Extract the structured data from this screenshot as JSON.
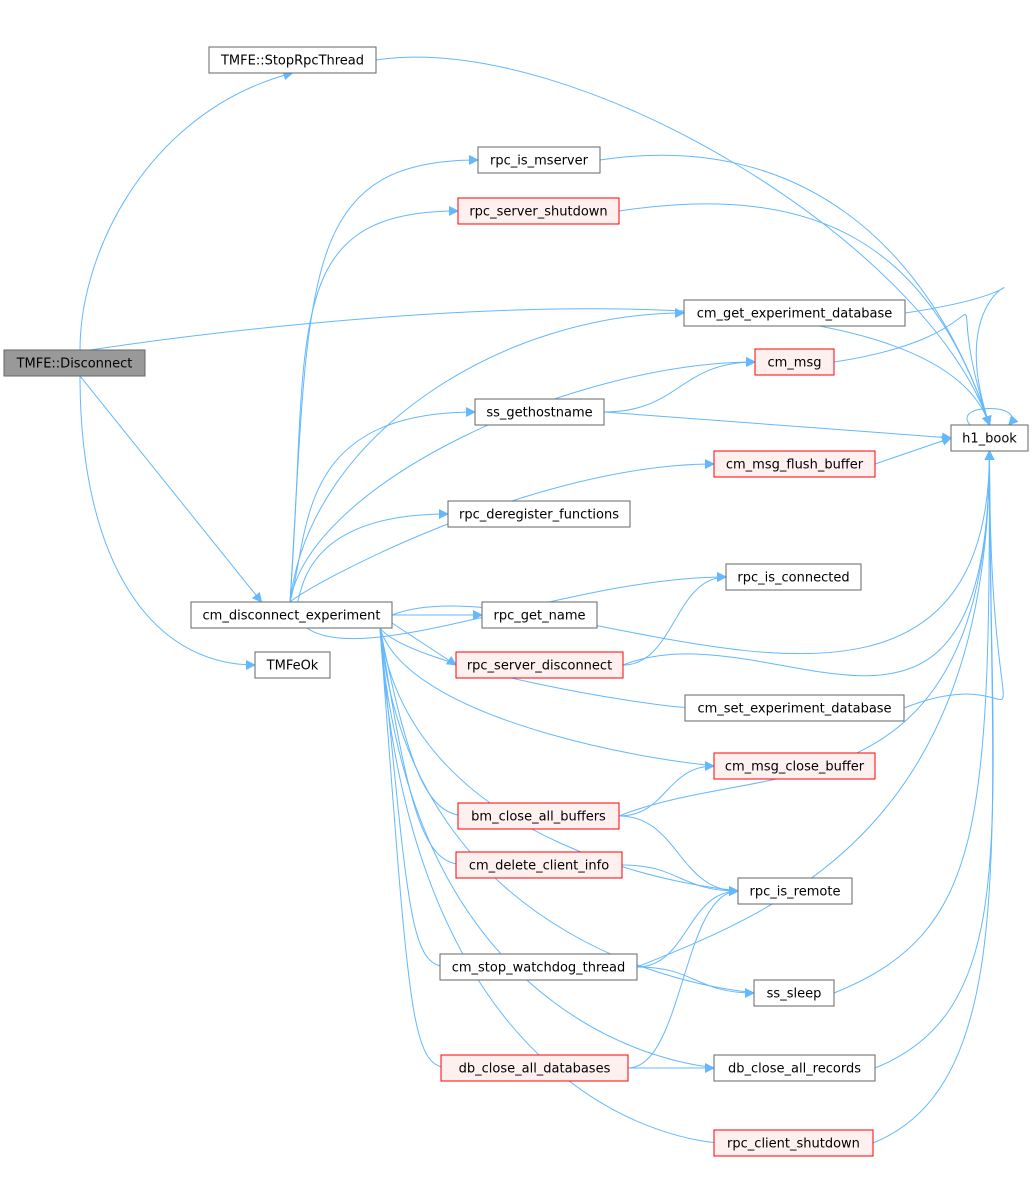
{
  "colors": {
    "edge": "#63b8ff",
    "node_fill": "#ffffff",
    "node_border": "#666666",
    "focus_fill": "#999999",
    "warn_fill": "#fff0f0",
    "warn_border": "#ff0000"
  },
  "nodes": [
    {
      "id": "disconnect",
      "label": "TMFE::Disconnect",
      "style": "focus"
    },
    {
      "id": "stoprpc",
      "label": "TMFE::StopRpcThread",
      "style": "normal"
    },
    {
      "id": "cmdisc",
      "label": "cm_disconnect_experiment",
      "style": "normal"
    },
    {
      "id": "tmfeok",
      "label": "TMFeOk",
      "style": "normal"
    },
    {
      "id": "h1book",
      "label": "h1_book",
      "style": "normal"
    },
    {
      "id": "rpcismserver",
      "label": "rpc_is_mserver",
      "style": "normal"
    },
    {
      "id": "rpcservershutdown",
      "label": "rpc_server_shutdown",
      "style": "warn"
    },
    {
      "id": "cmgetexpdb",
      "label": "cm_get_experiment_database",
      "style": "normal"
    },
    {
      "id": "cmmsg",
      "label": "cm_msg",
      "style": "warn"
    },
    {
      "id": "ssgethostname",
      "label": "ss_gethostname",
      "style": "normal"
    },
    {
      "id": "cmmsgflush",
      "label": "cm_msg_flush_buffer",
      "style": "warn"
    },
    {
      "id": "rpcdereg",
      "label": "rpc_deregister_functions",
      "style": "normal"
    },
    {
      "id": "rpcisconnected",
      "label": "rpc_is_connected",
      "style": "normal"
    },
    {
      "id": "rpcgetname",
      "label": "rpc_get_name",
      "style": "normal"
    },
    {
      "id": "rpcserverdisc",
      "label": "rpc_server_disconnect",
      "style": "warn"
    },
    {
      "id": "cmsetexpdb",
      "label": "cm_set_experiment_database",
      "style": "normal"
    },
    {
      "id": "cmmsgclose",
      "label": "cm_msg_close_buffer",
      "style": "warn"
    },
    {
      "id": "bmcloseall",
      "label": "bm_close_all_buffers",
      "style": "warn"
    },
    {
      "id": "cmdelclient",
      "label": "cm_delete_client_info",
      "style": "warn"
    },
    {
      "id": "rpcisremote",
      "label": "rpc_is_remote",
      "style": "normal"
    },
    {
      "id": "cmstopwd",
      "label": "cm_stop_watchdog_thread",
      "style": "normal"
    },
    {
      "id": "sssleep",
      "label": "ss_sleep",
      "style": "normal"
    },
    {
      "id": "dbcloseall",
      "label": "db_close_all_databases",
      "style": "warn"
    },
    {
      "id": "dbcloserecords",
      "label": "db_close_all_records",
      "style": "normal"
    },
    {
      "id": "rpcclientshutdown",
      "label": "rpc_client_shutdown",
      "style": "warn"
    }
  ],
  "edges": [
    {
      "from": "disconnect",
      "to": "stoprpc"
    },
    {
      "from": "disconnect",
      "to": "h1book"
    },
    {
      "from": "disconnect",
      "to": "cmdisc"
    },
    {
      "from": "disconnect",
      "to": "tmfeok"
    },
    {
      "from": "stoprpc",
      "to": "h1book"
    },
    {
      "from": "cmdisc",
      "to": "rpcismserver"
    },
    {
      "from": "cmdisc",
      "to": "rpcservershutdown"
    },
    {
      "from": "cmdisc",
      "to": "h1book"
    },
    {
      "from": "cmdisc",
      "to": "cmgetexpdb"
    },
    {
      "from": "cmdisc",
      "to": "cmmsg"
    },
    {
      "from": "cmdisc",
      "to": "ssgethostname"
    },
    {
      "from": "cmdisc",
      "to": "cmmsgflush"
    },
    {
      "from": "cmdisc",
      "to": "rpcdereg"
    },
    {
      "from": "cmdisc",
      "to": "rpcisconnected"
    },
    {
      "from": "cmdisc",
      "to": "rpcgetname"
    },
    {
      "from": "cmdisc",
      "to": "rpcserverdisc"
    },
    {
      "from": "cmdisc",
      "to": "cmsetexpdb"
    },
    {
      "from": "cmdisc",
      "to": "cmmsgclose"
    },
    {
      "from": "cmdisc",
      "to": "bmcloseall"
    },
    {
      "from": "cmdisc",
      "to": "cmdelclient"
    },
    {
      "from": "cmdisc",
      "to": "rpcisremote"
    },
    {
      "from": "cmdisc",
      "to": "cmstopwd"
    },
    {
      "from": "cmdisc",
      "to": "sssleep"
    },
    {
      "from": "cmdisc",
      "to": "dbcloseall"
    },
    {
      "from": "cmdisc",
      "to": "dbcloserecords"
    },
    {
      "from": "cmdisc",
      "to": "rpcclientshutdown"
    },
    {
      "from": "rpcismserver",
      "to": "h1book"
    },
    {
      "from": "rpcservershutdown",
      "to": "h1book"
    },
    {
      "from": "cmgetexpdb",
      "to": "h1book"
    },
    {
      "from": "cmmsg",
      "to": "h1book"
    },
    {
      "from": "ssgethostname",
      "to": "cmmsg"
    },
    {
      "from": "ssgethostname",
      "to": "h1book"
    },
    {
      "from": "cmmsgflush",
      "to": "h1book"
    },
    {
      "from": "h1book",
      "to": "h1book"
    },
    {
      "from": "rpcserverdisc",
      "to": "rpcisconnected"
    },
    {
      "from": "rpcserverdisc",
      "to": "h1book"
    },
    {
      "from": "cmsetexpdb",
      "to": "h1book"
    },
    {
      "from": "bmcloseall",
      "to": "cmmsgclose"
    },
    {
      "from": "bmcloseall",
      "to": "h1book"
    },
    {
      "from": "bmcloseall",
      "to": "rpcisremote"
    },
    {
      "from": "cmdelclient",
      "to": "rpcisremote"
    },
    {
      "from": "cmstopwd",
      "to": "rpcisremote"
    },
    {
      "from": "cmstopwd",
      "to": "h1book"
    },
    {
      "from": "cmstopwd",
      "to": "sssleep"
    },
    {
      "from": "sssleep",
      "to": "h1book"
    },
    {
      "from": "dbcloseall",
      "to": "rpcisremote"
    },
    {
      "from": "dbcloseall",
      "to": "dbcloserecords"
    },
    {
      "from": "dbcloserecords",
      "to": "h1book"
    },
    {
      "from": "rpcclientshutdown",
      "to": "h1book"
    }
  ]
}
